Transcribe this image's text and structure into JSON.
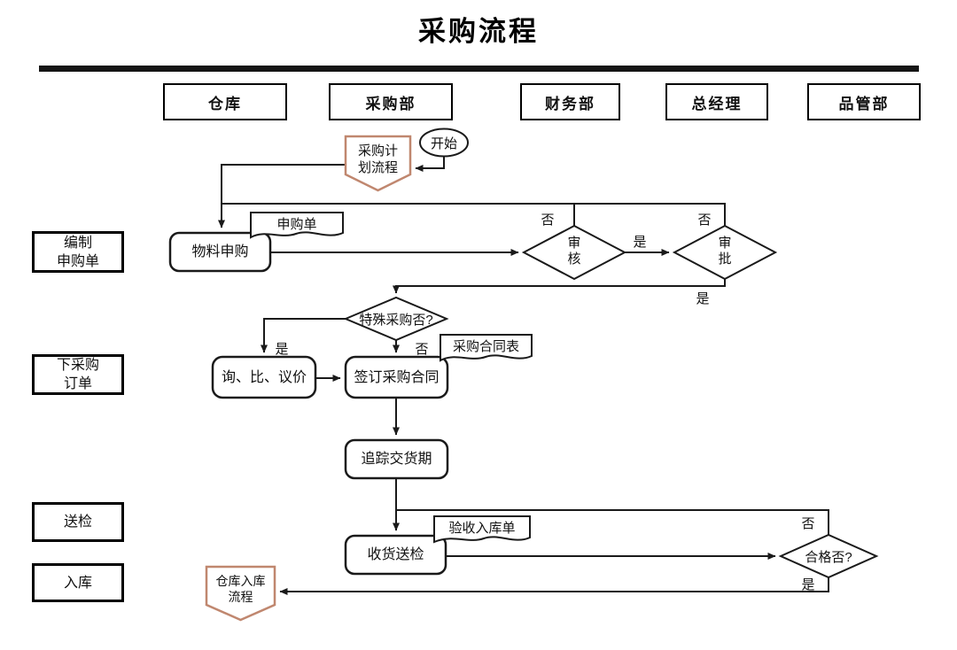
{
  "title": "采购流程",
  "lanes": [
    "仓库",
    "采购部",
    "财务部",
    "总经理",
    "品管部"
  ],
  "side_labels": [
    "编制\n申购单",
    "下采购\n订单",
    "送检",
    "入库"
  ],
  "nodes": {
    "start": "开始",
    "purchase_plan": "采购计\n划流程",
    "material_request": "物料申购",
    "request_form": "申购单",
    "review": "审\n核",
    "approve": "审\n批",
    "special_purchase": "特殊采购否?",
    "negotiate": "询、比、议价",
    "sign_contract": "签订采购合同",
    "contract_form": "采购合同表",
    "track_delivery": "追踪交货期",
    "receive_inspect": "收货送检",
    "receipt_form": "验收入库单",
    "qualified": "合格否?",
    "warehouse_in": "仓库入库\n流程"
  },
  "edge_labels": {
    "review_no": "否",
    "review_yes": "是",
    "approve_no": "否",
    "approve_yes": "是",
    "special_yes": "是",
    "special_no": "否",
    "qualified_no": "否",
    "qualified_yes": "是"
  },
  "colors": {
    "line": "#1a1a1a",
    "offpage_border": "#c0876f",
    "shape_fill": "#ffffff",
    "text": "#111111"
  }
}
